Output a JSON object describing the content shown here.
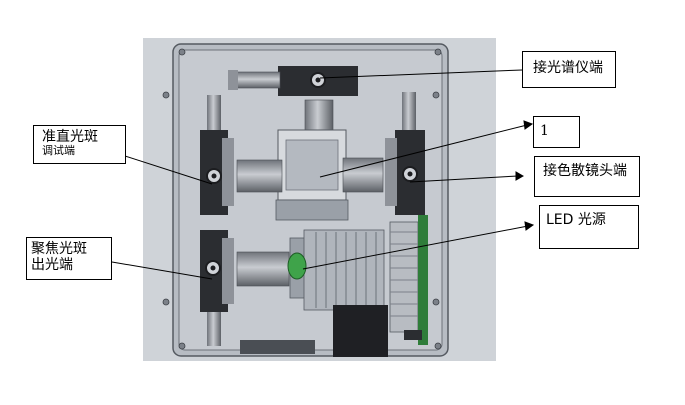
{
  "labels": {
    "spectrometer_port": "接光谱仪端",
    "number_one": "1",
    "dispersive_lens_port": "接色散镜头端",
    "led_source": "LED 光源",
    "collimated_spot": {
      "line1": "准直光斑",
      "line2": "调试端"
    },
    "focused_spot": {
      "line1": "聚焦光斑",
      "line2": "出光端"
    }
  },
  "colors": {
    "panel_outer": "#cfd3d8",
    "panel_inner": "#bcc1c8",
    "tray": "#9aa0a8",
    "block_dark": "#2b2d31",
    "metal": "#8e9299",
    "green_pcb": "#2f7d3a",
    "led_green": "#3fa34a"
  }
}
